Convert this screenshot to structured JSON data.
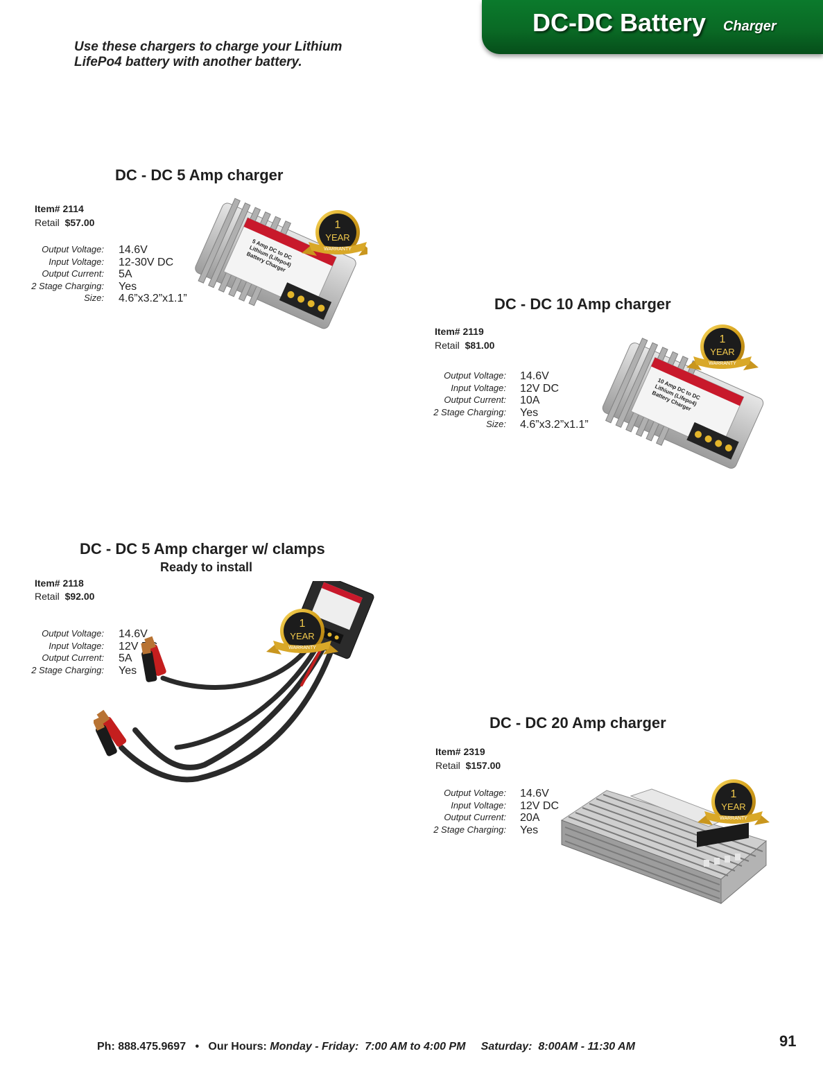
{
  "banner": {
    "title": "DC-DC Battery",
    "subtitle": "Charger"
  },
  "intro": "Use these chargers to charge your Lithium LifePo4 battery with another battery.",
  "products": [
    {
      "title": "DC - DC 5 Amp charger",
      "item": "Item# 2114",
      "retail_label": "Retail",
      "retail_price": "$57.00",
      "device_label": [
        "5 Amp DC to DC",
        "Lithium (Lifepo4)",
        "Battery Charger"
      ],
      "specs": [
        {
          "label": "Output Voltage:",
          "value": "14.6V"
        },
        {
          "label": "Input Voltage:",
          "value": "12-30V DC"
        },
        {
          "label": "Output Current:",
          "value": "5A"
        },
        {
          "label": "2 Stage Charging:",
          "value": "Yes"
        },
        {
          "label": "Size:",
          "value": "4.6”x3.2”x1.1”"
        }
      ]
    },
    {
      "title": "DC - DC 10 Amp charger",
      "item": "Item# 2119",
      "retail_label": "Retail",
      "retail_price": "$81.00",
      "device_label": [
        "10 Amp DC to DC",
        "Lithium (Lifepo4)",
        "Battery Charger"
      ],
      "specs": [
        {
          "label": "Output Voltage:",
          "value": "14.6V"
        },
        {
          "label": "Input Voltage:",
          "value": "12V DC"
        },
        {
          "label": "Output Current:",
          "value": "10A"
        },
        {
          "label": "2 Stage Charging:",
          "value": "Yes"
        },
        {
          "label": "Size:",
          "value": "4.6”x3.2”x1.1”"
        }
      ]
    },
    {
      "title": "DC - DC 5 Amp charger w/ clamps",
      "subtitle": "Ready to install",
      "item": "Item# 2118",
      "retail_label": "Retail",
      "retail_price": "$92.00",
      "specs": [
        {
          "label": "Output Voltage:",
          "value": "14.6V"
        },
        {
          "label": "Input Voltage:",
          "value": "12V DC"
        },
        {
          "label": "Output Current:",
          "value": "5A"
        },
        {
          "label": "2 Stage Charging:",
          "value": "Yes"
        }
      ]
    },
    {
      "title": "DC - DC 20 Amp charger",
      "item": "Item# 2319",
      "retail_label": "Retail",
      "retail_price": "$157.00",
      "specs": [
        {
          "label": "Output Voltage:",
          "value": "14.6V"
        },
        {
          "label": "Input Voltage:",
          "value": "12V DC"
        },
        {
          "label": "Output Current:",
          "value": "20A"
        },
        {
          "label": "2 Stage Charging:",
          "value": "Yes"
        }
      ]
    }
  ],
  "badge": {
    "number": "1",
    "line1": "YEAR",
    "line2": "WARRANTY"
  },
  "footer": {
    "phone": "Ph: 888.475.9697",
    "separator": "•",
    "hours_label": "Our Hours:",
    "weekday_days": "Monday - Friday:",
    "weekday_hours": "7:00 AM to 4:00 PM",
    "sat_days": "Saturday:",
    "sat_hours": "8:00AM - 11:30 AM"
  },
  "page_number": "91"
}
